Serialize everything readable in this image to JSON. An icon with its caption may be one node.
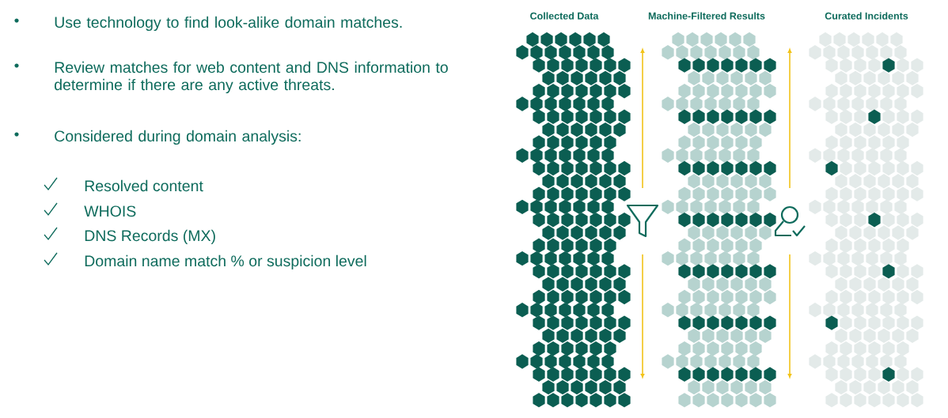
{
  "diagram": {
    "nodes": [
      {
        "text": [
          "Collected Data"
        ]
      },
      {
        "text": [
          "Machine-Filtered Results"
        ]
      },
      {
        "text": [
          "Curated Incidents"
        ]
      }
    ],
    "labels": [
      "Use technology to find look-alike domain matches.",
      "Review matches for web content and DNS information to determine if there are any active threats.",
      "Considered during domain analysis:",
      "Resolved content",
      "WHOIS",
      "DNS Records (MX)",
      "Domain name match % or suspicion level"
    ]
  }
}
